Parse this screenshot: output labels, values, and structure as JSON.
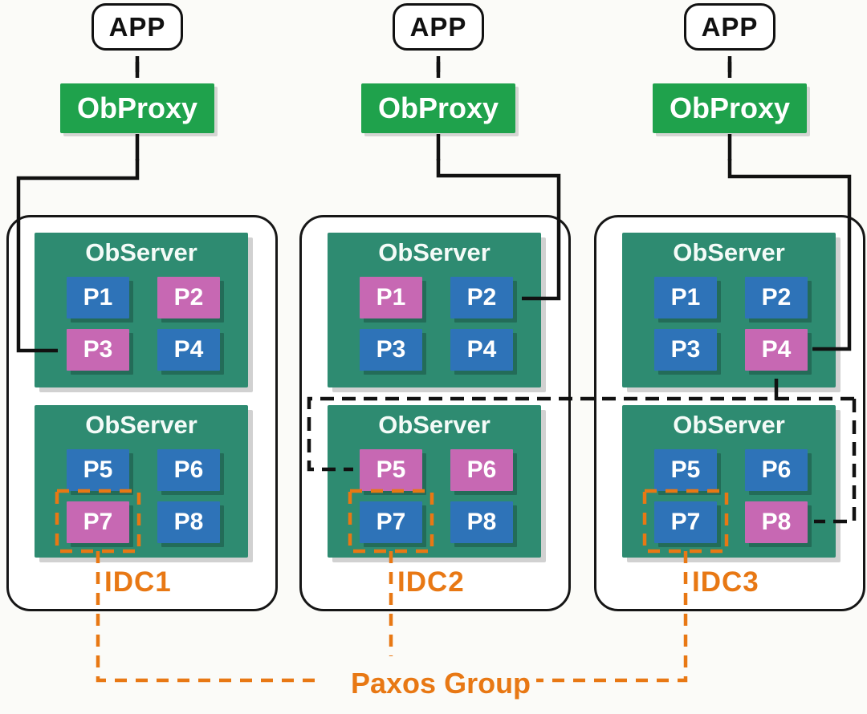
{
  "columns": [
    {
      "app_label": "APP",
      "obproxy_label": "ObProxy",
      "idc_label": "IDC1",
      "observers": [
        {
          "title": "ObServer",
          "partitions": [
            {
              "label": "P1",
              "variant": "blue",
              "paxos_highlight": false
            },
            {
              "label": "P2",
              "variant": "pink",
              "paxos_highlight": false
            },
            {
              "label": "P3",
              "variant": "pink",
              "paxos_highlight": false
            },
            {
              "label": "P4",
              "variant": "blue",
              "paxos_highlight": false
            }
          ]
        },
        {
          "title": "ObServer",
          "partitions": [
            {
              "label": "P5",
              "variant": "blue",
              "paxos_highlight": false
            },
            {
              "label": "P6",
              "variant": "blue",
              "paxos_highlight": false
            },
            {
              "label": "P7",
              "variant": "pink",
              "paxos_highlight": true
            },
            {
              "label": "P8",
              "variant": "blue",
              "paxos_highlight": false
            }
          ]
        }
      ]
    },
    {
      "app_label": "APP",
      "obproxy_label": "ObProxy",
      "idc_label": "IDC2",
      "observers": [
        {
          "title": "ObServer",
          "partitions": [
            {
              "label": "P1",
              "variant": "pink",
              "paxos_highlight": false
            },
            {
              "label": "P2",
              "variant": "blue",
              "paxos_highlight": false
            },
            {
              "label": "P3",
              "variant": "blue",
              "paxos_highlight": false
            },
            {
              "label": "P4",
              "variant": "blue",
              "paxos_highlight": false
            }
          ]
        },
        {
          "title": "ObServer",
          "partitions": [
            {
              "label": "P5",
              "variant": "pink",
              "paxos_highlight": false
            },
            {
              "label": "P6",
              "variant": "pink",
              "paxos_highlight": false
            },
            {
              "label": "P7",
              "variant": "blue",
              "paxos_highlight": true
            },
            {
              "label": "P8",
              "variant": "blue",
              "paxos_highlight": false
            }
          ]
        }
      ]
    },
    {
      "app_label": "APP",
      "obproxy_label": "ObProxy",
      "idc_label": "IDC3",
      "observers": [
        {
          "title": "ObServer",
          "partitions": [
            {
              "label": "P1",
              "variant": "blue",
              "paxos_highlight": false
            },
            {
              "label": "P2",
              "variant": "blue",
              "paxos_highlight": false
            },
            {
              "label": "P3",
              "variant": "blue",
              "paxos_highlight": false
            },
            {
              "label": "P4",
              "variant": "pink",
              "paxos_highlight": false
            }
          ]
        },
        {
          "title": "ObServer",
          "partitions": [
            {
              "label": "P5",
              "variant": "blue",
              "paxos_highlight": false
            },
            {
              "label": "P6",
              "variant": "blue",
              "paxos_highlight": false
            },
            {
              "label": "P7",
              "variant": "blue",
              "paxos_highlight": true
            },
            {
              "label": "P8",
              "variant": "pink",
              "paxos_highlight": false
            }
          ]
        }
      ]
    }
  ],
  "paxos_group_label": "Paxos Group",
  "colors": {
    "obproxy_green": "#1fa24c",
    "observer_teal": "#2e8b71",
    "partition_blue": "#2e73b8",
    "partition_leader_pink": "#c768b3",
    "paxos_orange": "#e87814",
    "line_black": "#111111"
  }
}
